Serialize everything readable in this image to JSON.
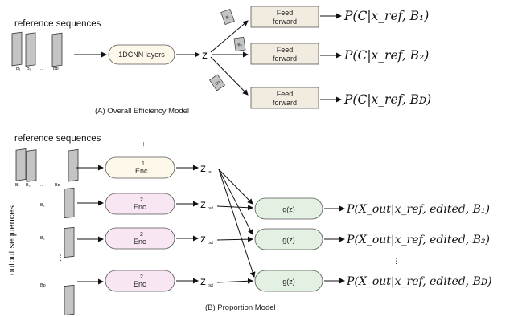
{
  "section_a": {
    "heading": "reference sequences",
    "seq_labels": [
      "B₁",
      "B₂",
      "...",
      "Bᴅ"
    ],
    "cnn_label": "1DCNN layers",
    "z_label": "z",
    "card_labels": [
      "B₁",
      "B₂",
      "Bᴅ"
    ],
    "ff_line1": "Feed",
    "ff_line2": "forward",
    "vdots": "⋮",
    "outputs": [
      "P(C|x_ref, B₁)",
      "P(C|x_ref, B₂)",
      "P(C|x_ref, Bᴅ)"
    ],
    "caption": "(A) Overall Efficiency Model"
  },
  "section_b": {
    "heading": "reference sequences",
    "side_label": "output sequences",
    "ref_seq_labels": [
      "B₁",
      "B₂",
      "...",
      "Bᴅ"
    ],
    "out_seq_labels": [
      "B₁",
      "B₂",
      "Bᴅ"
    ],
    "enc1_label": "Enc",
    "enc1_sup": "1",
    "enc2_label": "Enc",
    "enc2_sup": "2",
    "z_ref": "z",
    "z_ref_sub": "ref",
    "z_out": "z",
    "z_out_sub": "out",
    "g_label": "g(z)",
    "vdots": "⋮",
    "outputs": [
      "P(X_out|x_ref, edited, B₁)",
      "P(X_out|x_ref, edited, B₂)",
      "P(X_out|x_ref, edited, Bᴅ)"
    ],
    "caption": "(B) Proportion Model"
  },
  "colors": {
    "ff_fill": "#f1ebe0",
    "cnn_fill": "#fdf8ea",
    "enc1_fill": "#fdf8ea",
    "enc2_fill": "#f8e6f3",
    "g_fill": "#e3f1e3",
    "seq_fill": "#c4c4c4"
  }
}
